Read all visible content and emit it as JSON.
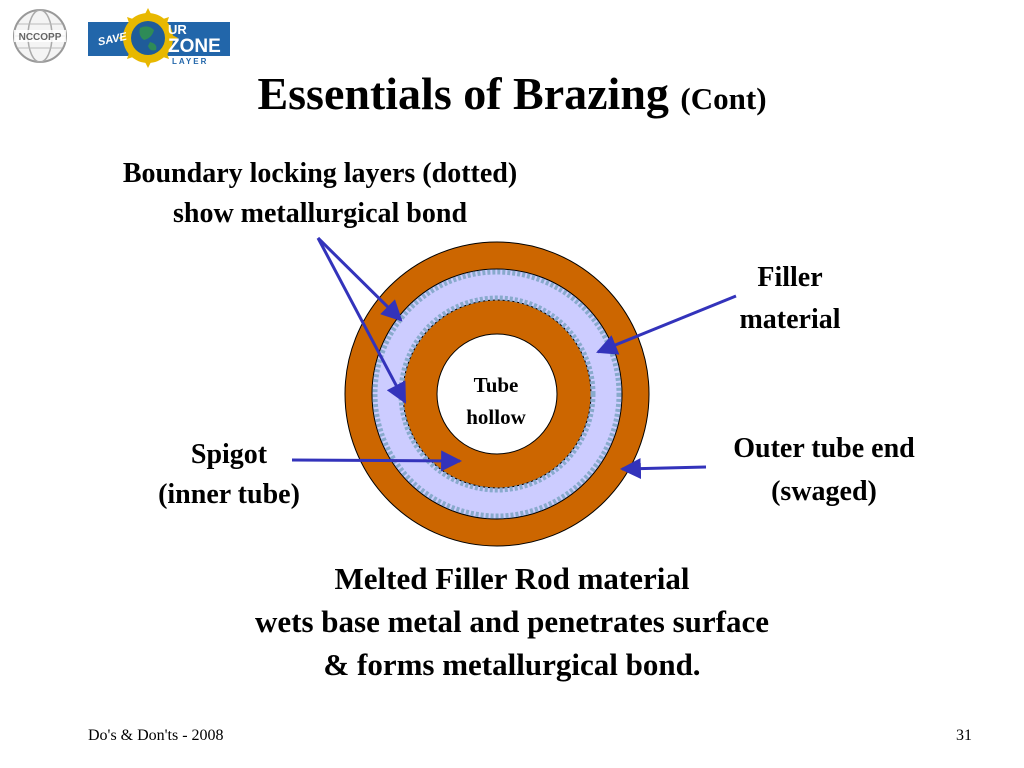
{
  "logos": {
    "left_logo_text": "NCCOPP",
    "right_logo_text": [
      "SAVE",
      "UR",
      "ZONE",
      "LAYER"
    ]
  },
  "title": {
    "main": "Essentials of Brazing",
    "suffix": "(Cont)"
  },
  "diagram": {
    "boundary_label": [
      "Boundary locking layers (dotted)",
      "show metallurgical bond"
    ],
    "filler_label": [
      "Filler",
      "material"
    ],
    "spigot_label": [
      "Spigot",
      "(inner tube)"
    ],
    "outer_label": [
      "Outer tube end",
      "(swaged)"
    ],
    "tube_label": [
      "Tube",
      "hollow"
    ],
    "colors": {
      "copper": "#CC6600",
      "filler": "#CCCCFF",
      "dotted_layer": "#88AACC",
      "arrow": "#3333BB",
      "tube_hollow": "#FFFFFF"
    }
  },
  "summary": [
    "Melted Filler Rod material",
    "wets base metal and penetrates surface",
    "& forms metallurgical bond."
  ],
  "footer": {
    "left": "Do's & Don'ts - 2008",
    "right": "31"
  }
}
